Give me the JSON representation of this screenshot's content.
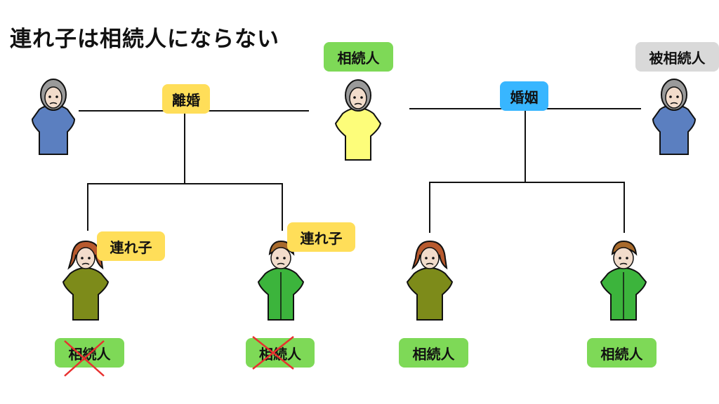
{
  "title": "連れ子は相続人にならない",
  "labels": {
    "heir_top": "相続人",
    "divorce": "離婚",
    "marriage": "婚姻",
    "decedent": "被相続人",
    "stepchild_1": "連れ子",
    "stepchild_2": "連れ子",
    "heir_1": "相続人",
    "heir_2": "相続人",
    "heir_3": "相続人",
    "heir_4": "相続人"
  },
  "colors": {
    "green_tag": "#7ed957",
    "yellow_tag": "#ffde59",
    "blue_tag": "#38b6ff",
    "gray_tag": "#d9d9d9",
    "cross_mark": "#e8302f",
    "adult_shirt_blue": "#5b7fc0",
    "adult_shirt_yellow": "#fdfd7a",
    "child_shirt_olive": "#7d8b1a",
    "child_shirt_green": "#3cb43c"
  },
  "crossed_out": [
    "heir_1",
    "heir_2"
  ]
}
